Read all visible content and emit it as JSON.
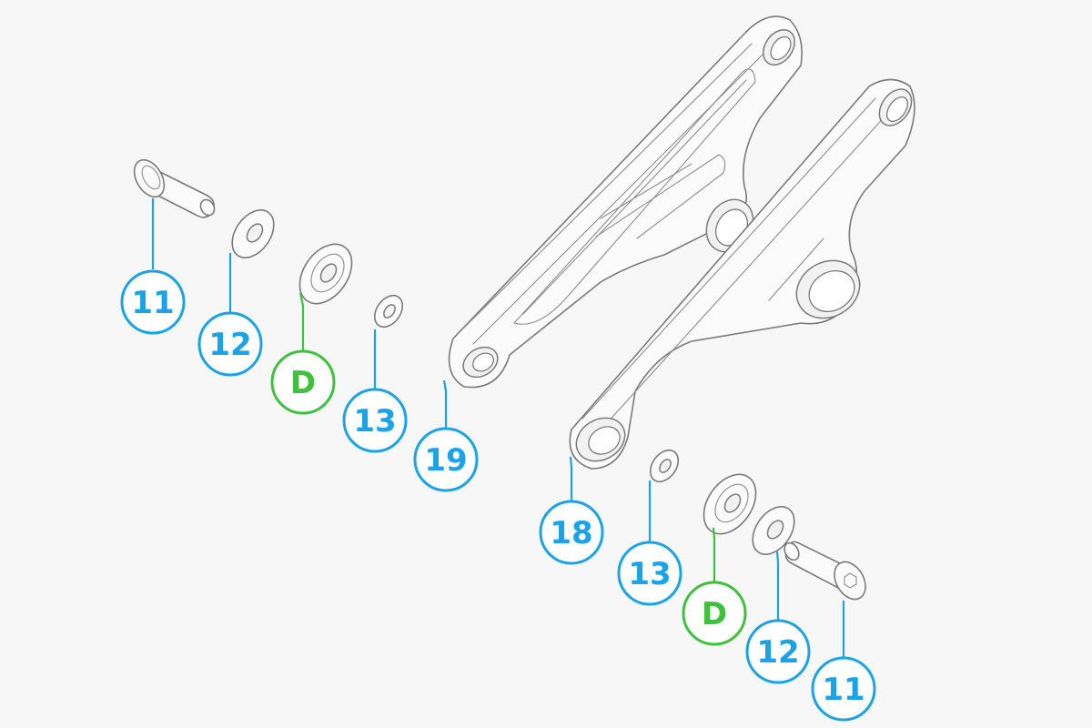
{
  "colors": {
    "part_number": "#1aa3e8",
    "assembly_letter": "#3cc23c",
    "outline": "#7a7a7a",
    "background": "#f7f7f7"
  },
  "callouts": [
    {
      "label": "11",
      "kind": "part_number"
    },
    {
      "label": "12",
      "kind": "part_number"
    },
    {
      "label": "D",
      "kind": "assembly_letter"
    },
    {
      "label": "13",
      "kind": "part_number"
    },
    {
      "label": "19",
      "kind": "part_number"
    },
    {
      "label": "18",
      "kind": "part_number"
    },
    {
      "label": "13",
      "kind": "part_number"
    },
    {
      "label": "D",
      "kind": "assembly_letter"
    },
    {
      "label": "12",
      "kind": "part_number"
    },
    {
      "label": "11",
      "kind": "part_number"
    }
  ]
}
